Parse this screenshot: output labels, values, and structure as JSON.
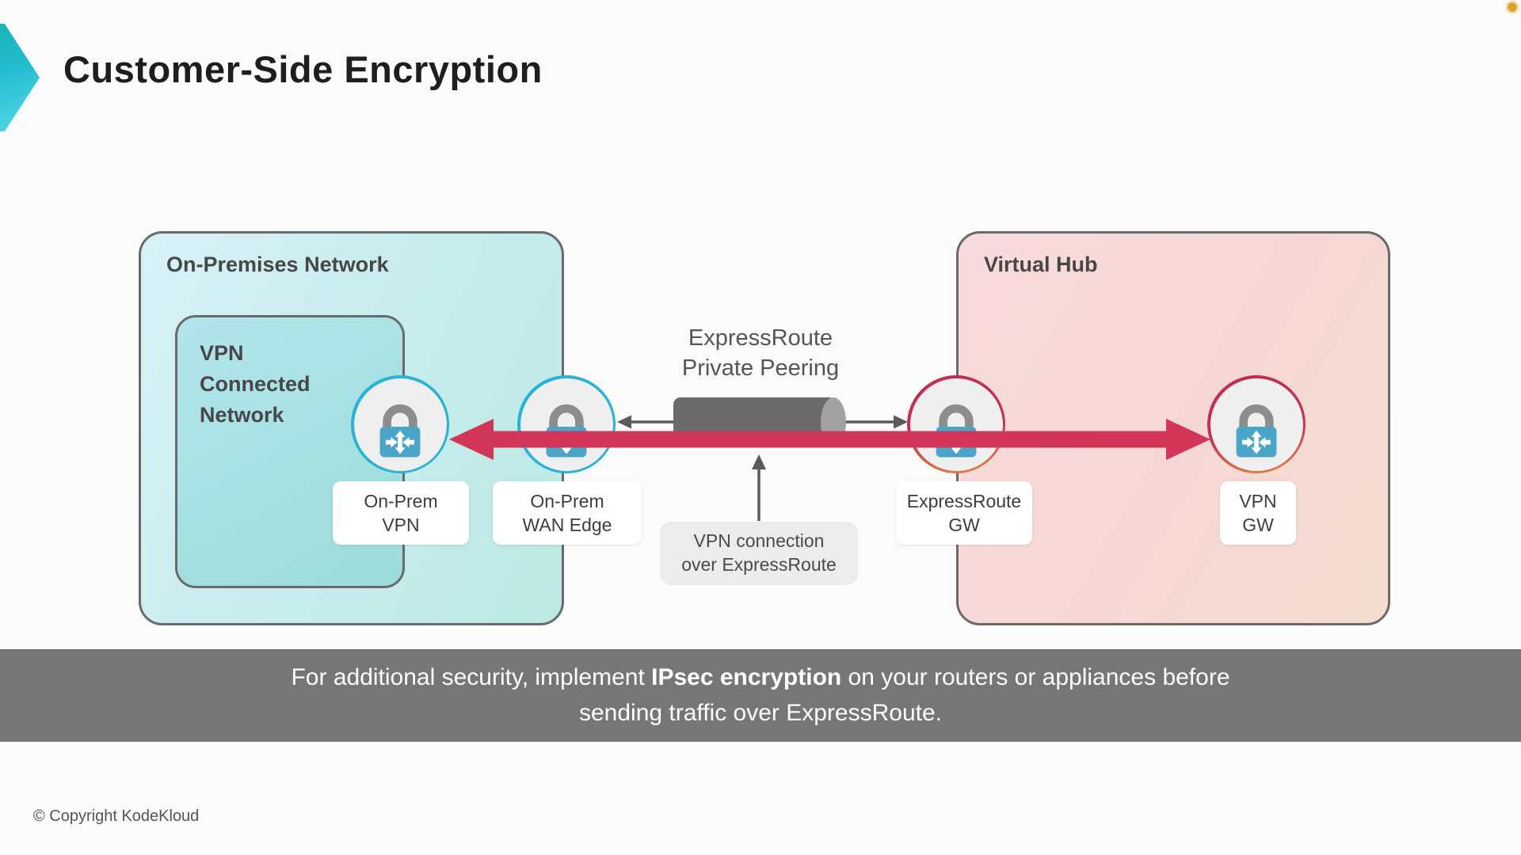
{
  "slide": {
    "title": "Customer-Side Encryption",
    "copyright": "© Copyright KodeKloud"
  },
  "diagram": {
    "on_premises": {
      "title": "On-Premises Network"
    },
    "vpn_connected": {
      "title": "VPN Connected Network"
    },
    "virtual_hub": {
      "title": "Virtual Hub"
    },
    "peering": {
      "line1": "ExpressRoute",
      "line2": "Private Peering"
    },
    "note": {
      "line1": "VPN connection",
      "line2": "over ExpressRoute"
    },
    "nodes": {
      "on_prem_vpn": {
        "line1": "On-Prem",
        "line2": "VPN"
      },
      "on_prem_wan_edge": {
        "line1": "On-Prem",
        "line2": "WAN Edge"
      },
      "expressroute_gw": {
        "line1": "ExpressRoute",
        "line2": "GW"
      },
      "vpn_gw": {
        "line1": "VPN",
        "line2": "GW"
      }
    }
  },
  "footer": {
    "prefix": "For additional security, implement ",
    "bold": "IPsec encryption",
    "suffix": " on your routers or appliances before sending traffic over ExpressRoute."
  },
  "colors": {
    "encryption_arrow_red": "#d13557",
    "gateway_ring_blue": "#29b2d8",
    "gateway_ring_red_orange": "#c02c50 → #de8a41",
    "pipe_gray": "#6b6b6b",
    "footer_bar_gray": "#767676",
    "logo_teal": "#23bcd0",
    "indicator_dot_orange": "#dfa026"
  }
}
